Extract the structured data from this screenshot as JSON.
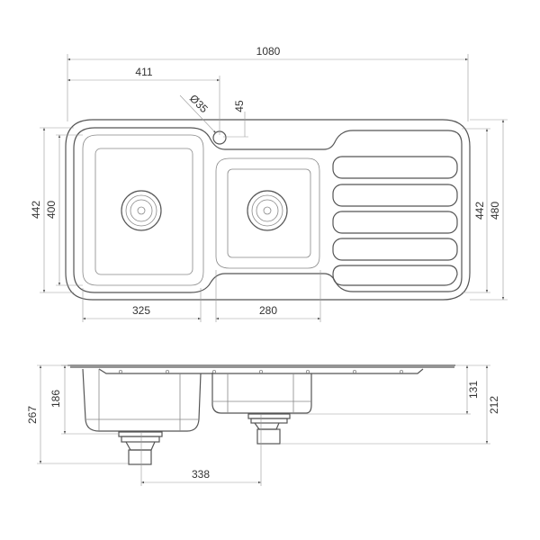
{
  "drawing": {
    "top_view": {
      "overall_length": "1080",
      "tap_hole_offset": "411",
      "tap_hole_diameter": "Ø35",
      "tap_hole_edge_distance": "45",
      "left_depth_outer": "442",
      "left_bowl_inner": "400",
      "large_bowl_width": "325",
      "small_bowl_width": "280",
      "right_depth": "442",
      "overall_width": "480"
    },
    "side_view": {
      "large_bowl_depth": "186",
      "overall_height_large": "267",
      "small_bowl_depth": "131",
      "overall_height_small": "212",
      "waste_centres": "338"
    }
  }
}
